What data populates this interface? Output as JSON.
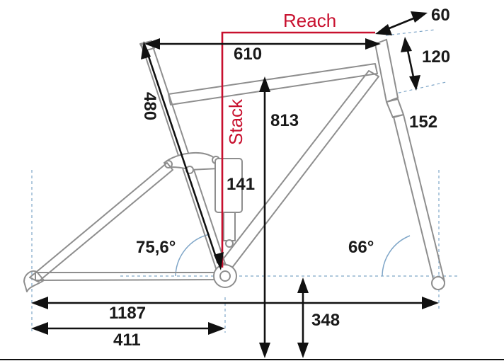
{
  "labels": {
    "reach": "Reach",
    "stack": "Stack",
    "stem_length": "60",
    "headtube_length": "120",
    "fork_offset_height": "152",
    "top_tube": "610",
    "seat_tube": "480",
    "stack_value": "813",
    "shock": "141",
    "seat_angle": "75,6°",
    "head_angle": "66°",
    "wheelbase": "1187",
    "chainstay": "411",
    "bb_height": "348"
  },
  "colors": {
    "accent": "#c8102e",
    "frame": "#8e8e8e",
    "guide": "#7fa6c8",
    "dimension": "#111111"
  }
}
